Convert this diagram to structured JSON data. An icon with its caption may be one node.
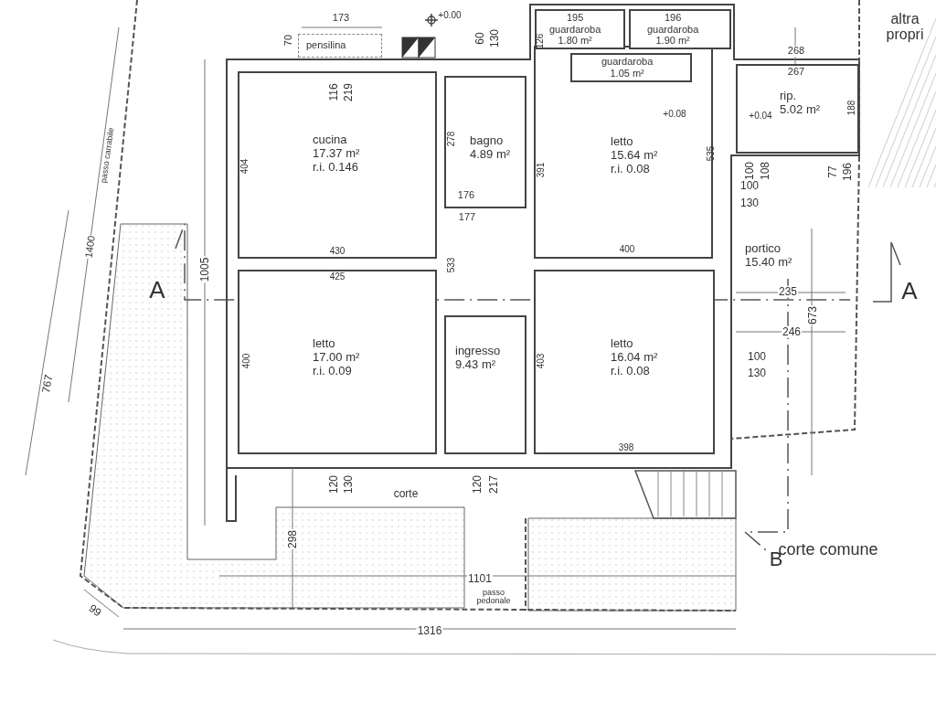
{
  "diagram": {
    "nodes": [
      {
        "text": [
          "cucina",
          "17.37 m²",
          "r.i. 0.146"
        ]
      },
      {
        "text": [
          "bagno",
          "4.89 m²"
        ]
      },
      {
        "text": [
          "letto",
          "15.64 m²",
          "r.i. 0.08"
        ]
      },
      {
        "text": [
          "195",
          "guardaroba",
          "1.80 m²"
        ]
      },
      {
        "text": [
          "196",
          "guardaroba",
          "1.90 m²"
        ]
      },
      {
        "text": [
          "guardaroba",
          "1.05 m²"
        ],
        "in": 2
      },
      {
        "text": [
          "rip.",
          "5.02 m²"
        ]
      },
      {
        "text": [
          "portico",
          "15.40 m²"
        ]
      },
      {
        "text": [
          "letto",
          "17.00 m²",
          "r.i. 0.09"
        ]
      },
      {
        "text": [
          "ingresso",
          "9.43 m²"
        ]
      },
      {
        "text": [
          "letto",
          "16.04 m²",
          "r.i. 0.08"
        ]
      },
      {
        "text": [
          "pensilina"
        ]
      }
    ],
    "labels": [
      "173",
      "+0.00",
      "70",
      "60",
      "130",
      "116",
      "219",
      "126",
      "268",
      "267",
      "188",
      "278",
      "391",
      "176",
      "177",
      "404",
      "+0.08",
      "+0.04",
      "535",
      "100",
      "108",
      "77",
      "196",
      "100",
      "130",
      "passo carrabile",
      "1400",
      "1005",
      "430",
      "425",
      "533",
      "400",
      "A",
      "235",
      "A",
      "246",
      "673",
      "400",
      "403",
      "100",
      "130",
      "767",
      "398",
      "120",
      "130",
      "corte",
      "120",
      "217",
      "298",
      "corte comune",
      "B",
      "1101",
      "passo pedonale",
      "1316",
      "99",
      "altra propri"
    ]
  }
}
